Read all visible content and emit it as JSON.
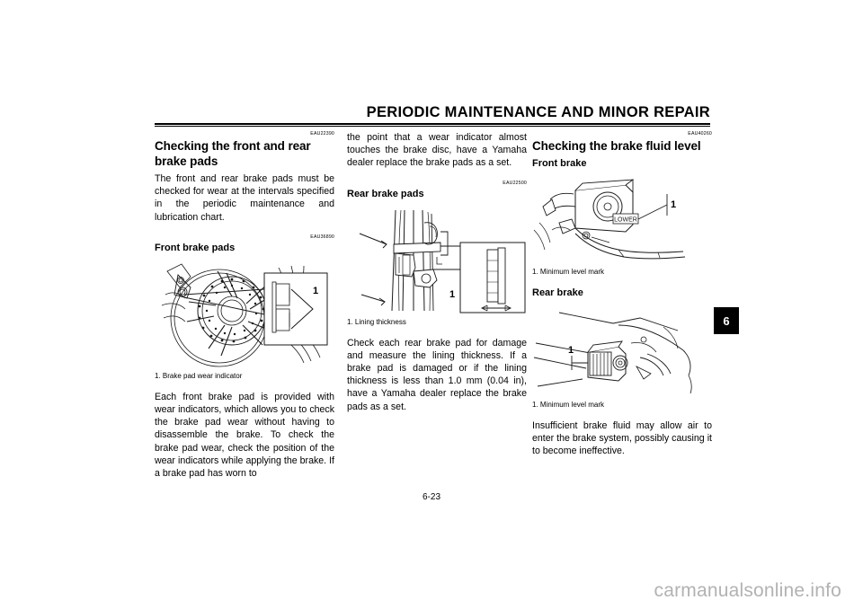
{
  "header": {
    "title": "PERIODIC MAINTENANCE AND MINOR REPAIR",
    "chapter_tab": "6"
  },
  "footer": {
    "page_number": "6-23",
    "watermark": "carmanualsonline.info"
  },
  "column_1": {
    "code_1": "EAU22390",
    "heading": "Checking the front and rear brake pads",
    "paragraph_1": "The front and rear brake pads must be checked for wear at the intervals speci­fied in the periodic maintenance and lubrication chart.",
    "code_2": "EAU36890",
    "subheading": "Front brake pads",
    "figure_label_1": "1",
    "figure_caption": "1. Brake pad wear indicator",
    "paragraph_2": "Each front brake pad is provided with wear indicators, which allows you to check the brake pad wear without hav­ing to disassemble the brake. To check the brake pad wear, check the position of the wear indicators while applying the brake. If a brake pad has worn to"
  },
  "column_2": {
    "paragraph_1": "the point that a wear indicator almost touches the brake disc, have a Yamaha dealer replace the brake pads as a set.",
    "code_1": "EAU22500",
    "subheading": "Rear brake pads",
    "figure_label_1": "1",
    "figure_caption": "1. Lining thickness",
    "paragraph_2": "Check each rear brake pad for damage and measure the lining thickness. If a brake pad is damaged or if the lining thickness is less than 1.0 mm (0.04 in), have a Yamaha dealer replace the brake pads as a set."
  },
  "column_3": {
    "code_1": "EAU40260",
    "heading": "Checking the brake fluid level",
    "subheading_1": "Front brake",
    "figure_1_label": "1",
    "figure_1_inner_label": "LOWER",
    "figure_1_caption": "1.  Minimum level mark",
    "subheading_2": "Rear brake",
    "figure_2_label": "1",
    "figure_2_caption": "1.  Minimum level mark",
    "paragraph_1": "Insufficient brake fluid may allow air to enter the brake system, possibly caus­ing it to become ineffective."
  }
}
